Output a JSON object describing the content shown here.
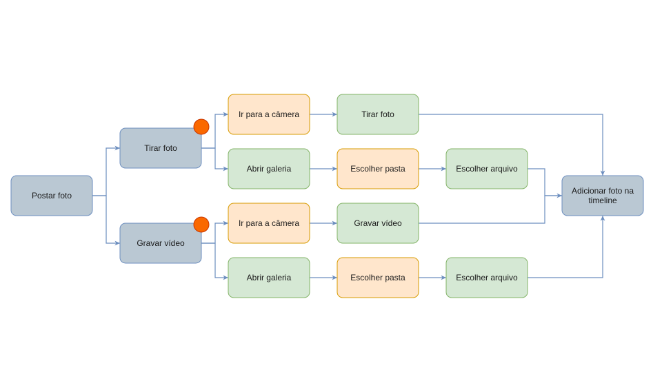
{
  "colors": {
    "gray_fill": "#bac8d3",
    "gray_stroke": "#6c8ebf",
    "orange_fill": "#ffe6cc",
    "orange_stroke": "#d79b00",
    "green_fill": "#d5e8d4",
    "green_stroke": "#82b366",
    "edge": "#6c8ebf",
    "marker": "#fa6800"
  },
  "nodes": [
    {
      "id": "postar-foto",
      "label": [
        "Postar foto"
      ],
      "style": "gray"
    },
    {
      "id": "tirar-foto-main",
      "label": [
        "Tirar foto"
      ],
      "style": "gray"
    },
    {
      "id": "gravar-video-main",
      "label": [
        "Gravar vídeo"
      ],
      "style": "gray"
    },
    {
      "id": "ir-camera-1",
      "label": [
        "Ir para a câmera"
      ],
      "style": "orange"
    },
    {
      "id": "abrir-galeria-1",
      "label": [
        "Abrir galeria"
      ],
      "style": "green"
    },
    {
      "id": "ir-camera-2",
      "label": [
        "Ir para a câmera"
      ],
      "style": "orange"
    },
    {
      "id": "abrir-galeria-2",
      "label": [
        "Abrir galeria"
      ],
      "style": "green"
    },
    {
      "id": "tirar-foto-action",
      "label": [
        "Tirar foto"
      ],
      "style": "green"
    },
    {
      "id": "escolher-pasta-1",
      "label": [
        "Escolher pasta"
      ],
      "style": "orange"
    },
    {
      "id": "gravar-video-action",
      "label": [
        "Gravar vídeo"
      ],
      "style": "green"
    },
    {
      "id": "escolher-pasta-2",
      "label": [
        "Escolher pasta"
      ],
      "style": "orange"
    },
    {
      "id": "escolher-arquivo-1",
      "label": [
        "Escolher arquivo"
      ],
      "style": "green"
    },
    {
      "id": "escolher-arquivo-2",
      "label": [
        "Escolher arquivo"
      ],
      "style": "green"
    },
    {
      "id": "adicionar-foto",
      "label": [
        "Adicionar foto na",
        "timeline"
      ],
      "style": "gray"
    }
  ]
}
